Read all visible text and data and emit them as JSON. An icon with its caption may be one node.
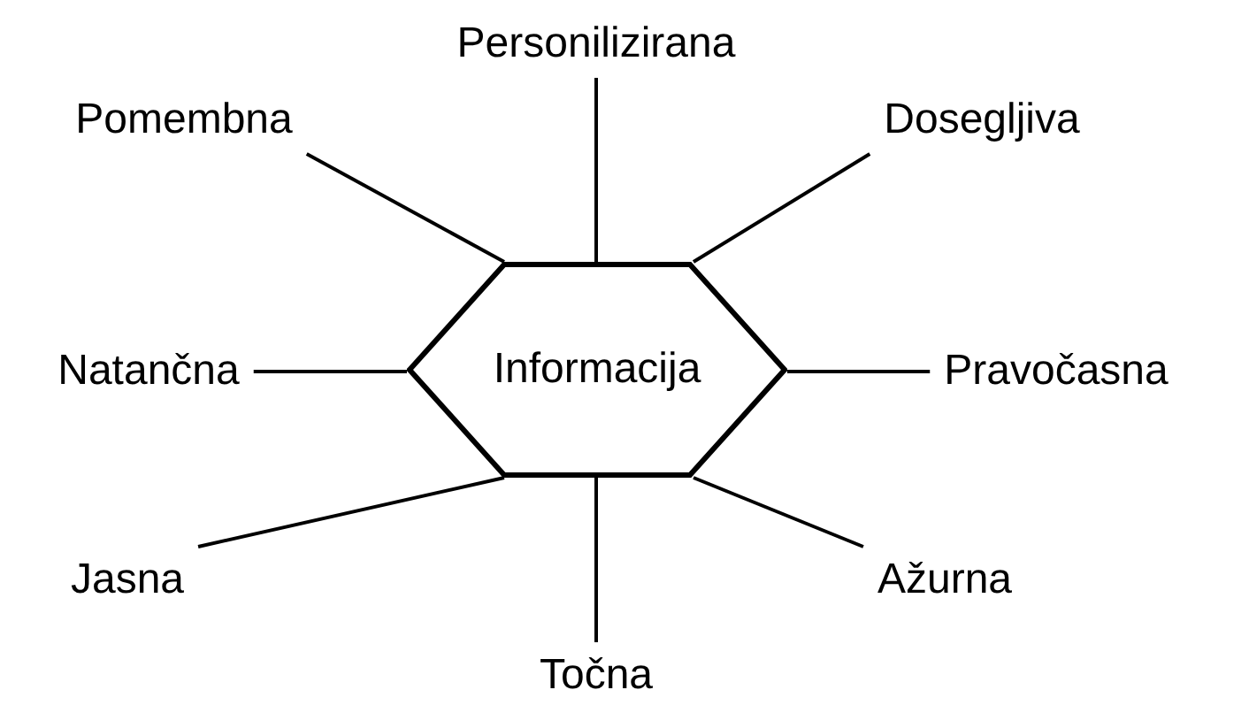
{
  "diagram": {
    "nodes": [
      {
        "text": [
          "Informacija"
        ]
      },
      {
        "text": [
          "Personilizirana"
        ]
      },
      {
        "text": [
          "Pomembna"
        ]
      },
      {
        "text": [
          "Dosegljiva"
        ]
      },
      {
        "text": [
          "Natančna"
        ]
      },
      {
        "text": [
          "Pravočasna"
        ]
      },
      {
        "text": [
          "Jasna"
        ]
      },
      {
        "text": [
          "Ažurna"
        ]
      },
      {
        "text": [
          "Točna"
        ]
      }
    ],
    "edges": [
      {
        "from": 0,
        "to": 1,
        "arrow": "none"
      },
      {
        "from": 0,
        "to": 2,
        "arrow": "none"
      },
      {
        "from": 0,
        "to": 3,
        "arrow": "none"
      },
      {
        "from": 0,
        "to": 4,
        "arrow": "none"
      },
      {
        "from": 0,
        "to": 5,
        "arrow": "none"
      },
      {
        "from": 0,
        "to": 6,
        "arrow": "none"
      },
      {
        "from": 0,
        "to": 7,
        "arrow": "none"
      },
      {
        "from": 0,
        "to": 8,
        "arrow": "none"
      }
    ]
  }
}
